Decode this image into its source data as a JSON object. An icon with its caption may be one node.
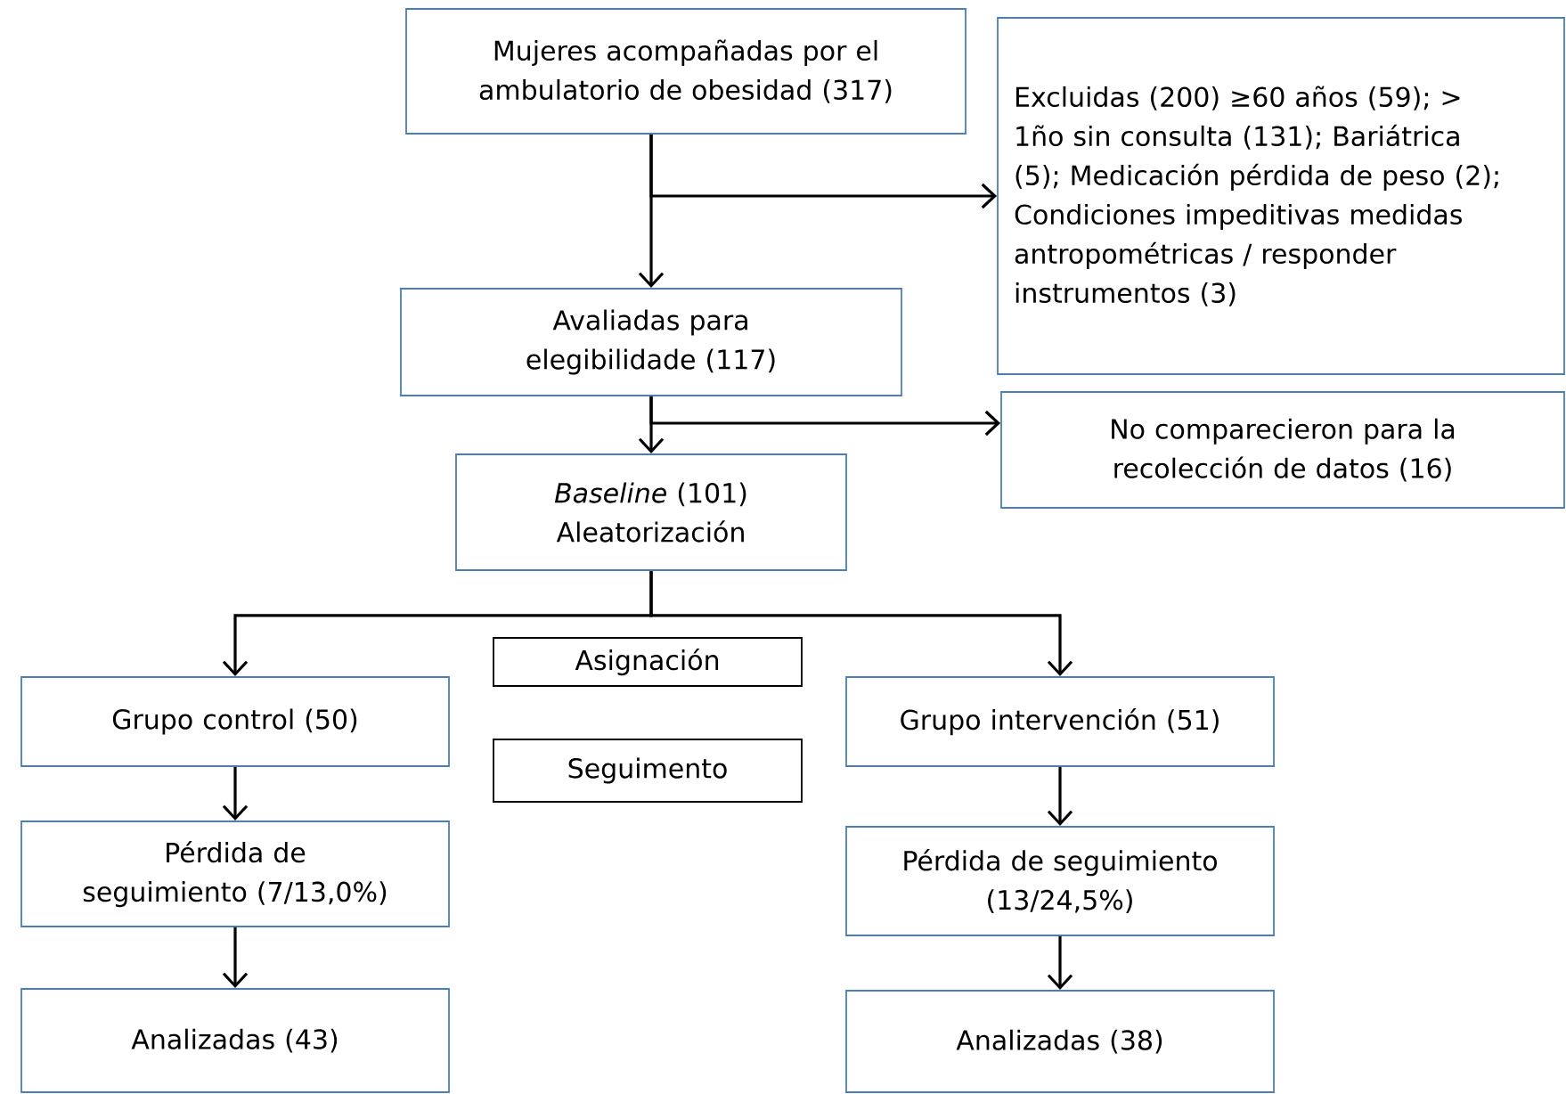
{
  "diagram": {
    "nodes": [
      {
        "text": [
          "Mujeres acompañadas por el ambulatorio de obesidad (317)"
        ]
      },
      {
        "text": [
          "Excluidas (200) ≥60 años (59); > 1ño sin consulta (131); Bariátrica (5); Medicación pérdida de peso (2); Condiciones impeditivas medidas antropométricas / responder instrumentos (3)"
        ]
      },
      {
        "text": [
          "Avaliadas para elegibilidade (117)"
        ]
      },
      {
        "text": [
          "No comparecieron para la recolección de datos (16)"
        ]
      },
      {
        "text": [
          "*Baseline* (101) Aleatorización"
        ]
      },
      {
        "text": [
          "Grupo control (50)"
        ]
      },
      {
        "text": [
          "Asignación"
        ]
      },
      {
        "text": [
          "Seguimento"
        ]
      },
      {
        "text": [
          "Grupo intervención (51)"
        ]
      },
      {
        "text": [
          "Pérdida de seguimiento (7/13,0%)"
        ]
      },
      {
        "text": [
          "Pérdida de seguimiento (13/24,5%)"
        ]
      },
      {
        "text": [
          "Analizadas (43)"
        ]
      },
      {
        "text": [
          "Analizadas (38)"
        ]
      }
    ],
    "edges": [
      {
        "from": 0,
        "to": 2,
        "arrow": "to"
      },
      {
        "from": 0,
        "to": 1,
        "arrow": "to"
      },
      {
        "from": 2,
        "to": 4,
        "arrow": "to"
      },
      {
        "from": 2,
        "to": 3,
        "arrow": "to"
      },
      {
        "from": 4,
        "to": 5,
        "arrow": "to"
      },
      {
        "from": 4,
        "to": 8,
        "arrow": "to"
      },
      {
        "from": 5,
        "to": 9,
        "arrow": "to"
      },
      {
        "from": 9,
        "to": 11,
        "arrow": "to"
      },
      {
        "from": 8,
        "to": 10,
        "arrow": "to"
      },
      {
        "from": 10,
        "to": 12,
        "arrow": "to"
      }
    ]
  }
}
